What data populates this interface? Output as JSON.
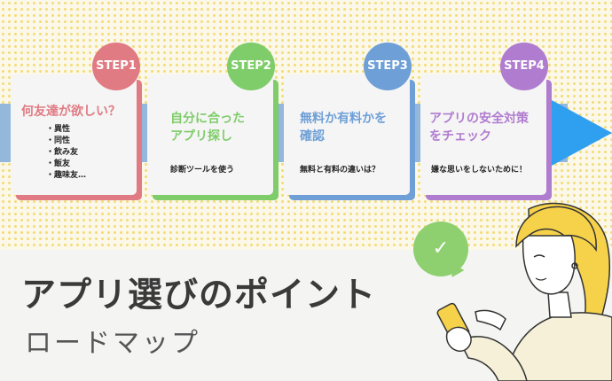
{
  "steps": [
    {
      "badge": "STEP1",
      "title": "何友達が欲しい？",
      "items": [
        "・異性",
        "・同性",
        "・飲み友",
        "・飯友",
        "・趣味友…"
      ],
      "desc": "",
      "color": "#e07b83"
    },
    {
      "badge": "STEP2",
      "title": "自分に合った\nアプリ探し",
      "items": [],
      "desc": "診断ツールを使う",
      "color": "#7fcc6a"
    },
    {
      "badge": "STEP3",
      "title": "無料か有料かを\n確認",
      "items": [],
      "desc": "無料と有料の違いは？",
      "color": "#6e9fd6"
    },
    {
      "badge": "STEP4",
      "title": "アプリの安全対策\nをチェック",
      "items": [],
      "desc": "嫌な思いをしないために！",
      "color": "#b07ccf"
    }
  ],
  "colors": {
    "arrow": "#2fa0f0",
    "bubble": "#8ed06f",
    "hair": "#f6d24a"
  },
  "heading": {
    "main": "アプリ選びのポイント",
    "sub": "ロードマップ"
  },
  "icons": [
    "check-icon",
    "woman-with-phone-illustration"
  ]
}
